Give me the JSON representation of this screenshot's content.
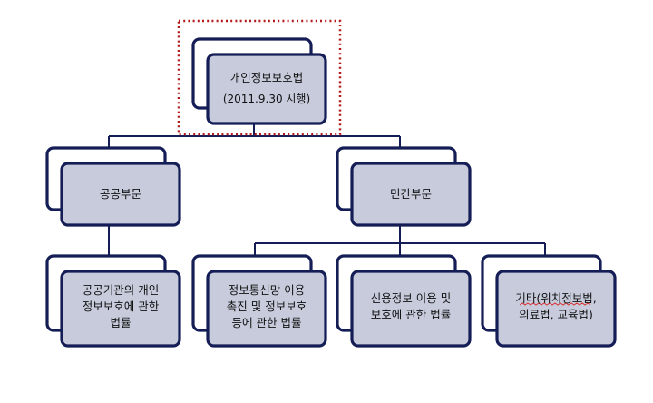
{
  "colors": {
    "line": "#141d55",
    "box_fill": "#c7cbdc",
    "box_back_fill": "#ffffff",
    "highlight": "#b31b1b",
    "squiggle": "#d83030"
  },
  "root": {
    "title": "개인정보보호법",
    "subtitle": "(2011.9.30 시행)"
  },
  "public": {
    "label": "공공부문",
    "law": {
      "line1": "공공기관의 개인",
      "line2": "정보보호에 관한",
      "line3": "법률"
    }
  },
  "private": {
    "label": "민간부문",
    "laws": [
      {
        "line1": "정보통신망 이용",
        "line2": "촉진 및 정보보호",
        "line3": "등에 관한 법률"
      },
      {
        "line1": "신용정보 이용 및",
        "line2": "보호에 관한 법률"
      },
      {
        "line1": "기타(위치정보법,",
        "line2": "의료법, 교육법)"
      }
    ]
  }
}
